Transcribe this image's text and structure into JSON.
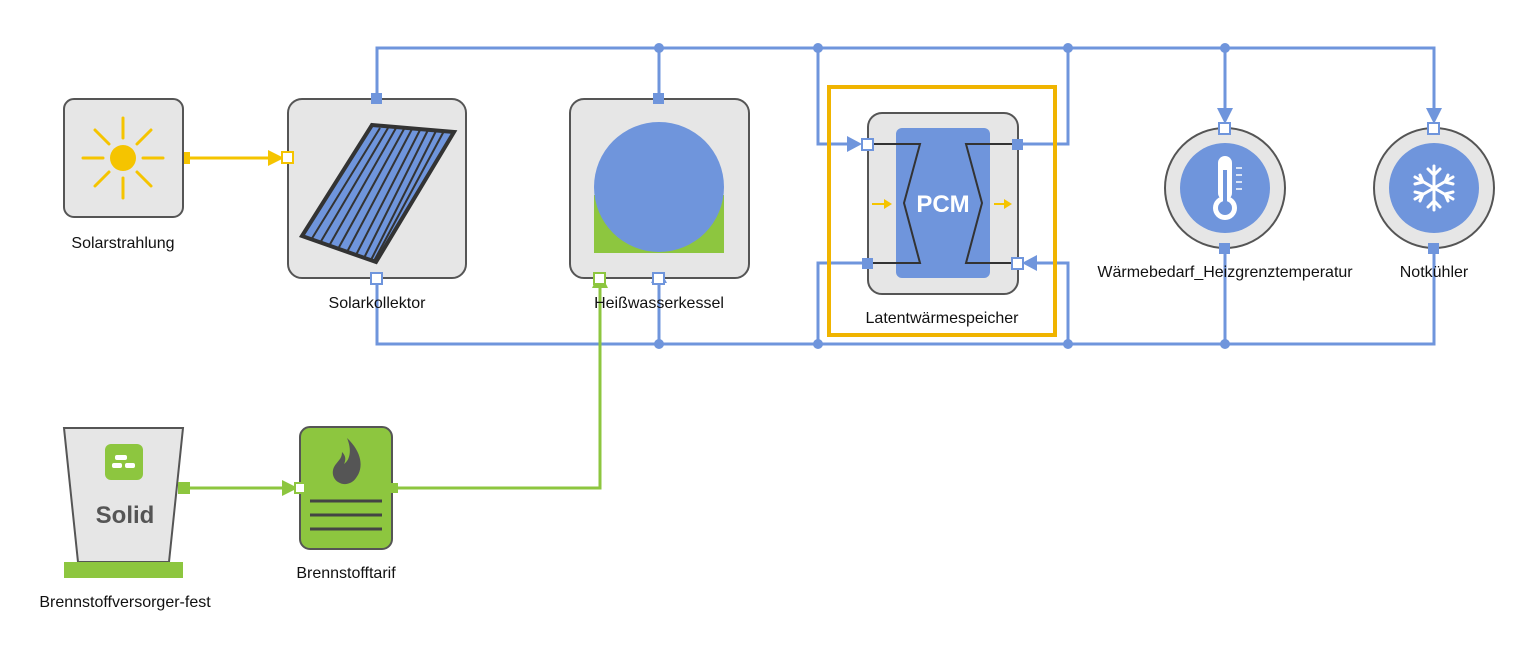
{
  "components": {
    "solar_radiation": {
      "label": "Solarstrahlung"
    },
    "solar_collector": {
      "label": "Solarkollektor"
    },
    "hot_water_boiler": {
      "label": "Heißwasserkessel"
    },
    "latent_storage": {
      "label": "Latentwärmespeicher",
      "inner_text": "PCM",
      "selected": true
    },
    "heat_demand": {
      "label": "Wärmebedarf_Heizgrenztemperatur"
    },
    "emergency_cooler": {
      "label": "Notkühler"
    },
    "fuel_supplier": {
      "label": "Brennstoffversorger-fest",
      "inner_text": "Solid"
    },
    "fuel_tariff": {
      "label": "Brennstofftarif"
    }
  },
  "colors": {
    "heat_line": "#6f95dc",
    "solar_line": "#f5c400",
    "fuel_line": "#8dc63f",
    "selection": "#f0b400",
    "component_bg": "#e6e6e6",
    "component_border": "#555555"
  },
  "icons": {
    "solar_radiation": "sun-icon",
    "solar_collector": "solar-panel-icon",
    "hot_water_boiler": "boiler-tank-icon",
    "latent_storage": "pcm-storage-icon",
    "heat_demand": "thermometer-icon",
    "emergency_cooler": "snowflake-icon",
    "fuel_supplier": "solid-fuel-icon",
    "fuel_tariff": "flame-icon"
  }
}
